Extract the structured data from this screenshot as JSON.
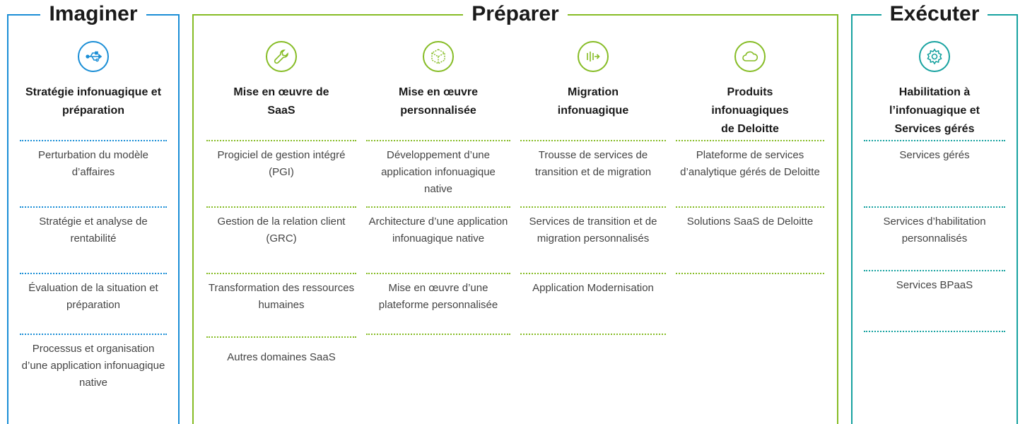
{
  "colors": {
    "blue": "#1a8ed6",
    "green": "#86bc25",
    "teal": "#17a2a0"
  },
  "panels": [
    {
      "title": "Imaginer",
      "columns": [
        {
          "icon": "usb-icon",
          "title": "Stratégie infonuagique et préparation",
          "items": [
            "Perturbation du modèle d’affaires",
            "Stratégie et analyse de rentabilité",
            "Évaluation de la situation et préparation",
            "Processus et organisation d’une application infonuagique native"
          ]
        }
      ]
    },
    {
      "title": "Préparer",
      "columns": [
        {
          "icon": "wrench-icon",
          "title": "Mise en œuvre de SaaS",
          "items": [
            "Progiciel de gestion intégré (PGI)",
            "Gestion de la relation client (GRC)",
            "Transformation des ressources humaines",
            "Autres domaines SaaS"
          ]
        },
        {
          "icon": "cube-icon",
          "title": "Mise en œuvre personnalisée",
          "items": [
            "Développement d’une application infonuagique native",
            "Architecture d’une application infonuagique native",
            "Mise en œuvre d’une plateforme personnalisée"
          ]
        },
        {
          "icon": "migration-icon",
          "title": "Migration infonuagique",
          "items": [
            "Trousse de services de transition et de migration",
            "Services de transition et de migration personnalisés",
            "Application Modernisation"
          ]
        },
        {
          "icon": "cloud-icon",
          "title": "Produits infonuagiques de Deloitte",
          "items": [
            "Plateforme de services d’analytique gérés de Deloitte",
            "Solutions SaaS de Deloitte"
          ]
        }
      ]
    },
    {
      "title": "Exécuter",
      "columns": [
        {
          "icon": "gear-icon",
          "title": "Habilitation à l’infonuagique et Services gérés",
          "items": [
            "Services gérés",
            "Services d’habilitation personnalisés",
            "Services BPaaS"
          ]
        }
      ]
    }
  ]
}
